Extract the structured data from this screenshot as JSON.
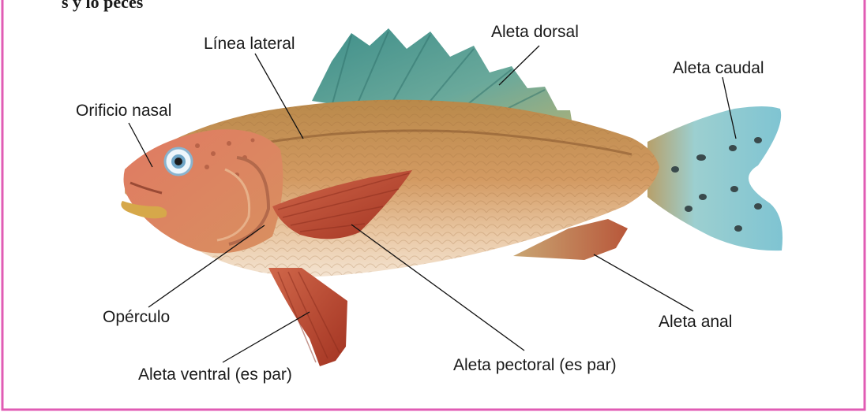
{
  "top_text": "s y lo peces",
  "colors": {
    "border": "#e05cb4",
    "leader": "#111111",
    "body": "#c98a55",
    "belly": "#f3e2cf",
    "head": "#d8735e",
    "fin_red": "#b8422e",
    "fin_teal": "#5a9e95",
    "tail": "#8ec9cf"
  },
  "labels": {
    "linea_lateral": "Línea lateral",
    "aleta_dorsal": "Aleta dorsal",
    "aleta_caudal": "Aleta caudal",
    "orificio_nasal": "Orificio nasal",
    "operculo": "Opérculo",
    "aleta_anal": "Aleta anal",
    "aleta_pectoral": "Aleta pectoral (es par)",
    "aleta_ventral": "Aleta ventral (es par)"
  }
}
